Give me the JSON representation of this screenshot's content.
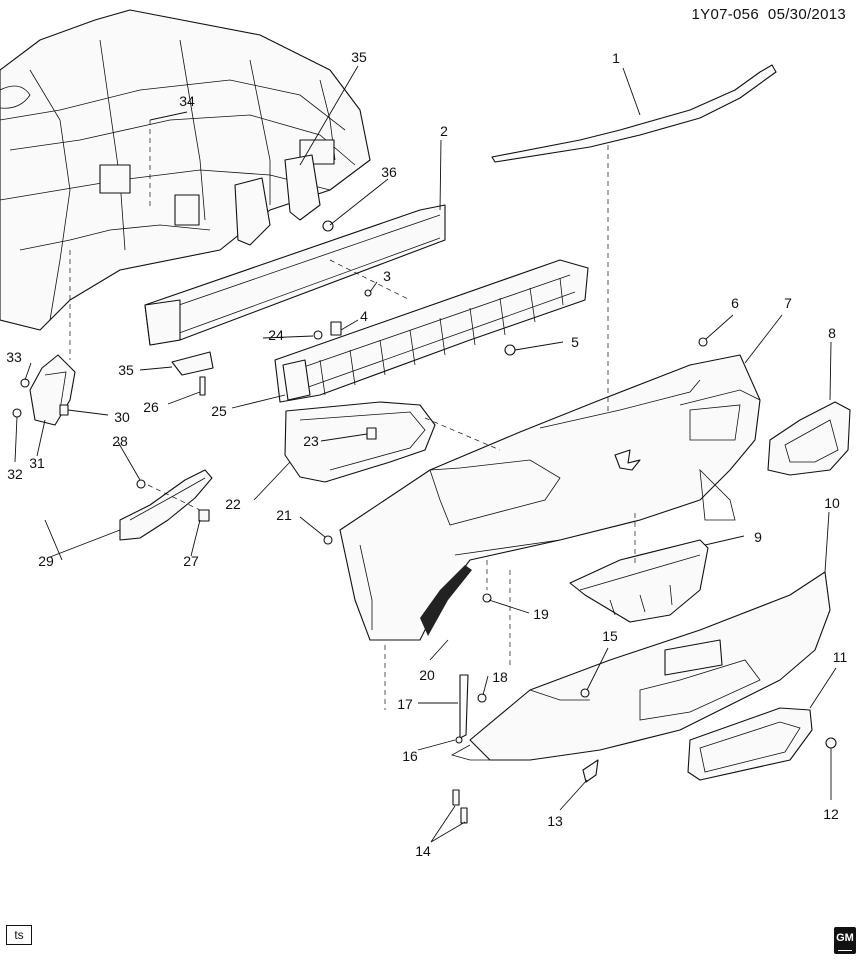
{
  "header": {
    "code": "1Y07-056",
    "date": "05/30/2013"
  },
  "callouts": [
    "1",
    "2",
    "3",
    "4",
    "5",
    "6",
    "7",
    "8",
    "9",
    "10",
    "11",
    "12",
    "13",
    "14",
    "15",
    "16",
    "17",
    "18",
    "19",
    "20",
    "21",
    "22",
    "23",
    "24",
    "25",
    "26",
    "27",
    "28",
    "29",
    "30",
    "31",
    "32",
    "33",
    "34",
    "35",
    "35",
    "36"
  ],
  "footer": {
    "ts_label": "ts",
    "logo_text": "GM"
  }
}
